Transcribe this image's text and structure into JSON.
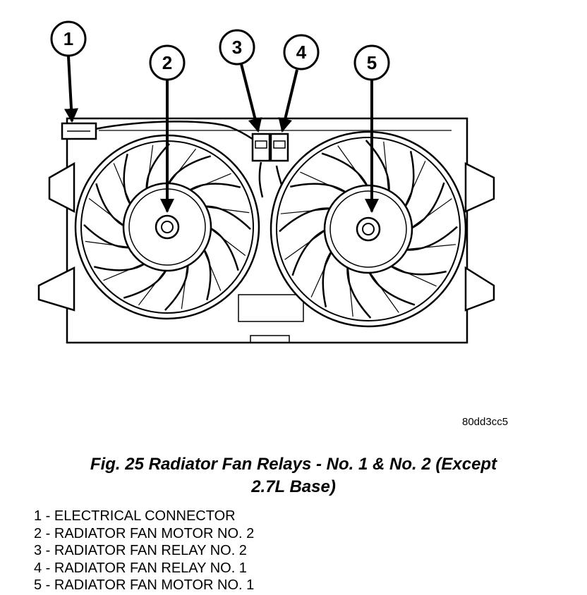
{
  "callouts": [
    "1",
    "2",
    "3",
    "4",
    "5"
  ],
  "figure_id": "80dd3cc5",
  "caption": {
    "line1": "Fig. 25 Radiator Fan Relays - No. 1 & No. 2 (Except",
    "line2": "2.7L Base)"
  },
  "legend": [
    "1 - ELECTRICAL CONNECTOR",
    "2 - RADIATOR FAN MOTOR NO. 2",
    "3 - RADIATOR FAN RELAY NO. 2",
    "4 - RADIATOR FAN RELAY NO. 1",
    "5 - RADIATOR FAN MOTOR NO. 1"
  ]
}
